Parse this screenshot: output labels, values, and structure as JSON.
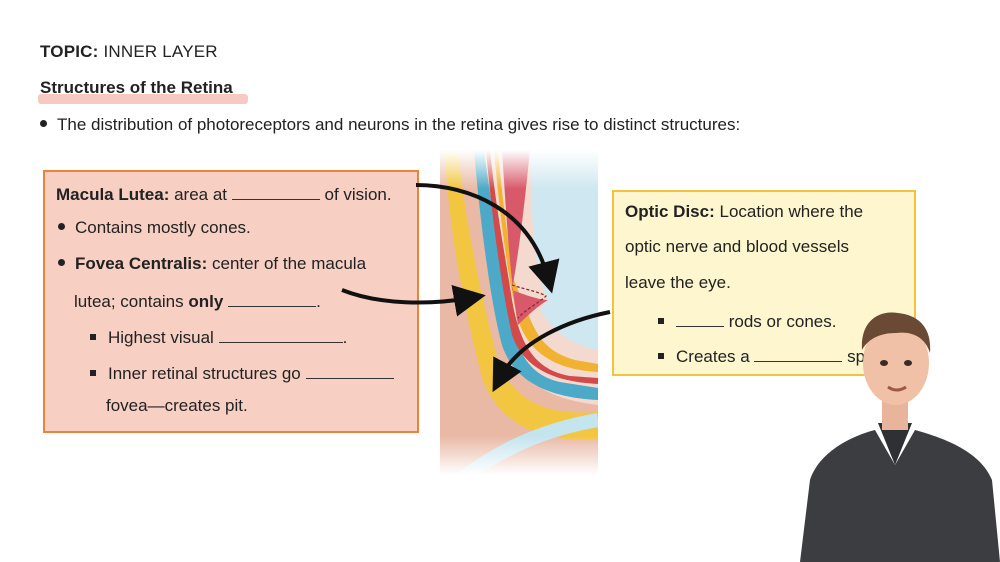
{
  "header": {
    "topic_label": "TOPIC:",
    "topic_value": "INNER LAYER",
    "subtitle": "Structures of the Retina",
    "intro": "The distribution of photoreceptors and neurons in the retina gives rise to distinct structures:"
  },
  "macula": {
    "title": "Macula Lutea:",
    "title_rest_a": "area at",
    "title_rest_b": "of vision.",
    "bullet1": "Contains mostly cones.",
    "bullet2_title": "Fovea Centralis:",
    "bullet2_rest": "center of the macula",
    "bullet2_cont_a": "lutea; contains",
    "bullet2_cont_bold": "only",
    "bullet2_cont_end": ".",
    "sub1_a": "Highest visual",
    "sub1_end": ".",
    "sub2_a": "Inner retinal structures go",
    "sub2_cont": "fovea—creates pit."
  },
  "optic": {
    "title": "Optic Disc:",
    "line1_rest": "Location where the",
    "line2": "optic nerve and blood vessels",
    "line3": "leave the eye.",
    "item1_end": "rods or cones.",
    "item2_a": "Creates a",
    "item2_end": "spo"
  },
  "colors": {
    "macula_bg": "#f8cfc3",
    "macula_border": "#e8843e",
    "optic_bg": "#fdf6cf",
    "optic_border": "#f2c33f",
    "highlight": "#f6c9c3"
  },
  "icons": {
    "retina": "retina-cross-section-illustration",
    "presenter": "presenter-video-overlay"
  }
}
